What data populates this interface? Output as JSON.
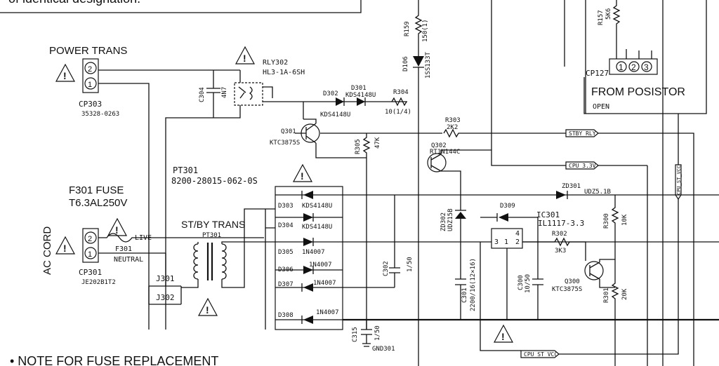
{
  "header": {
    "text": "of identical designation."
  },
  "footer": {
    "note": "• NOTE FOR FUSE REPLACEMENT"
  },
  "labels": {
    "power_trans": "POWER TRANS",
    "cp303": "CP303",
    "cp303_part": "35328-0263",
    "cp301": "CP301",
    "cp301_part": "JE202B1T2",
    "f301_fuse": "F301 FUSE",
    "f301_rating": "T6.3AL250V",
    "ac_cord": "AC CORD",
    "live": "LIVE",
    "f301": "F301",
    "neutral": "NEUTRAL",
    "j301": "J301",
    "j302": "J302",
    "st_by_trans": "ST/BY TRANS",
    "pt301_short": "PT301",
    "pt301": "PT301",
    "pt301_part": "8200-28015-062-0S",
    "rly302": "RLY302",
    "rly302_part": "HL3-1A-6SH",
    "c304": "C304",
    "c304_val": "4N7",
    "d302": "D302",
    "d302_part": "KDS4148U",
    "d301": "D301",
    "d301_part": "KDS4148U",
    "r304": "R304",
    "r304_val": "10(1/4)",
    "r159": "R159",
    "r159_val": "150(1)",
    "d106": "D106",
    "d106_part": "1SS133T",
    "r157": "R157",
    "r157_val": "5K6",
    "cp127": "CP127",
    "from_posistor": "FROM POSISTOR",
    "open": "OPEN",
    "q301": "Q301",
    "q301_part": "KTC3875S",
    "r305": "R305",
    "r305_val": "47K",
    "r303": "R303",
    "r303_val": "2K2",
    "stby_rly": "STBY_RLY",
    "q302": "Q302",
    "q302_part": "RT1N144C",
    "cpu_3_3v": "CPU_3.3V",
    "cpu_st_vcc": "CPU_ST_VCC",
    "d303": "D303",
    "d303_part": "KDS4148U",
    "d304": "D304",
    "d304_part": "KDS4148U",
    "d305": "D305",
    "d305_part": "1N4007",
    "d306": "D306",
    "d306_part": "1N4007",
    "d307": "D307",
    "d307_part": "1N4007",
    "d308": "D308",
    "d308_part": "1N4007",
    "zd302": "ZD302",
    "zd302_part": "UDZ15B",
    "c302": "C302",
    "c302_val": "1/50",
    "c301": "C301",
    "c301_val": "2200/16(12×16)",
    "c315": "C315",
    "c315_val": "1/50",
    "gnd301": "GND301",
    "d309": "D309",
    "ic301": "IC301",
    "ic301_part": "IL1117-3.3",
    "zd301": "ZD301",
    "zd301_part": "UDZ5.1B",
    "r300": "R300",
    "r300_val": "10K",
    "r302": "R302",
    "r302_val": "3K3",
    "c300": "C300",
    "c300_val": "10/50",
    "q300": "Q300",
    "q300_part": "KTC3875S",
    "r301": "R301",
    "r301_val": "20K",
    "pin1": "1",
    "pin2": "2",
    "pin3": "3",
    "pin4": "4",
    "warn": "!"
  }
}
